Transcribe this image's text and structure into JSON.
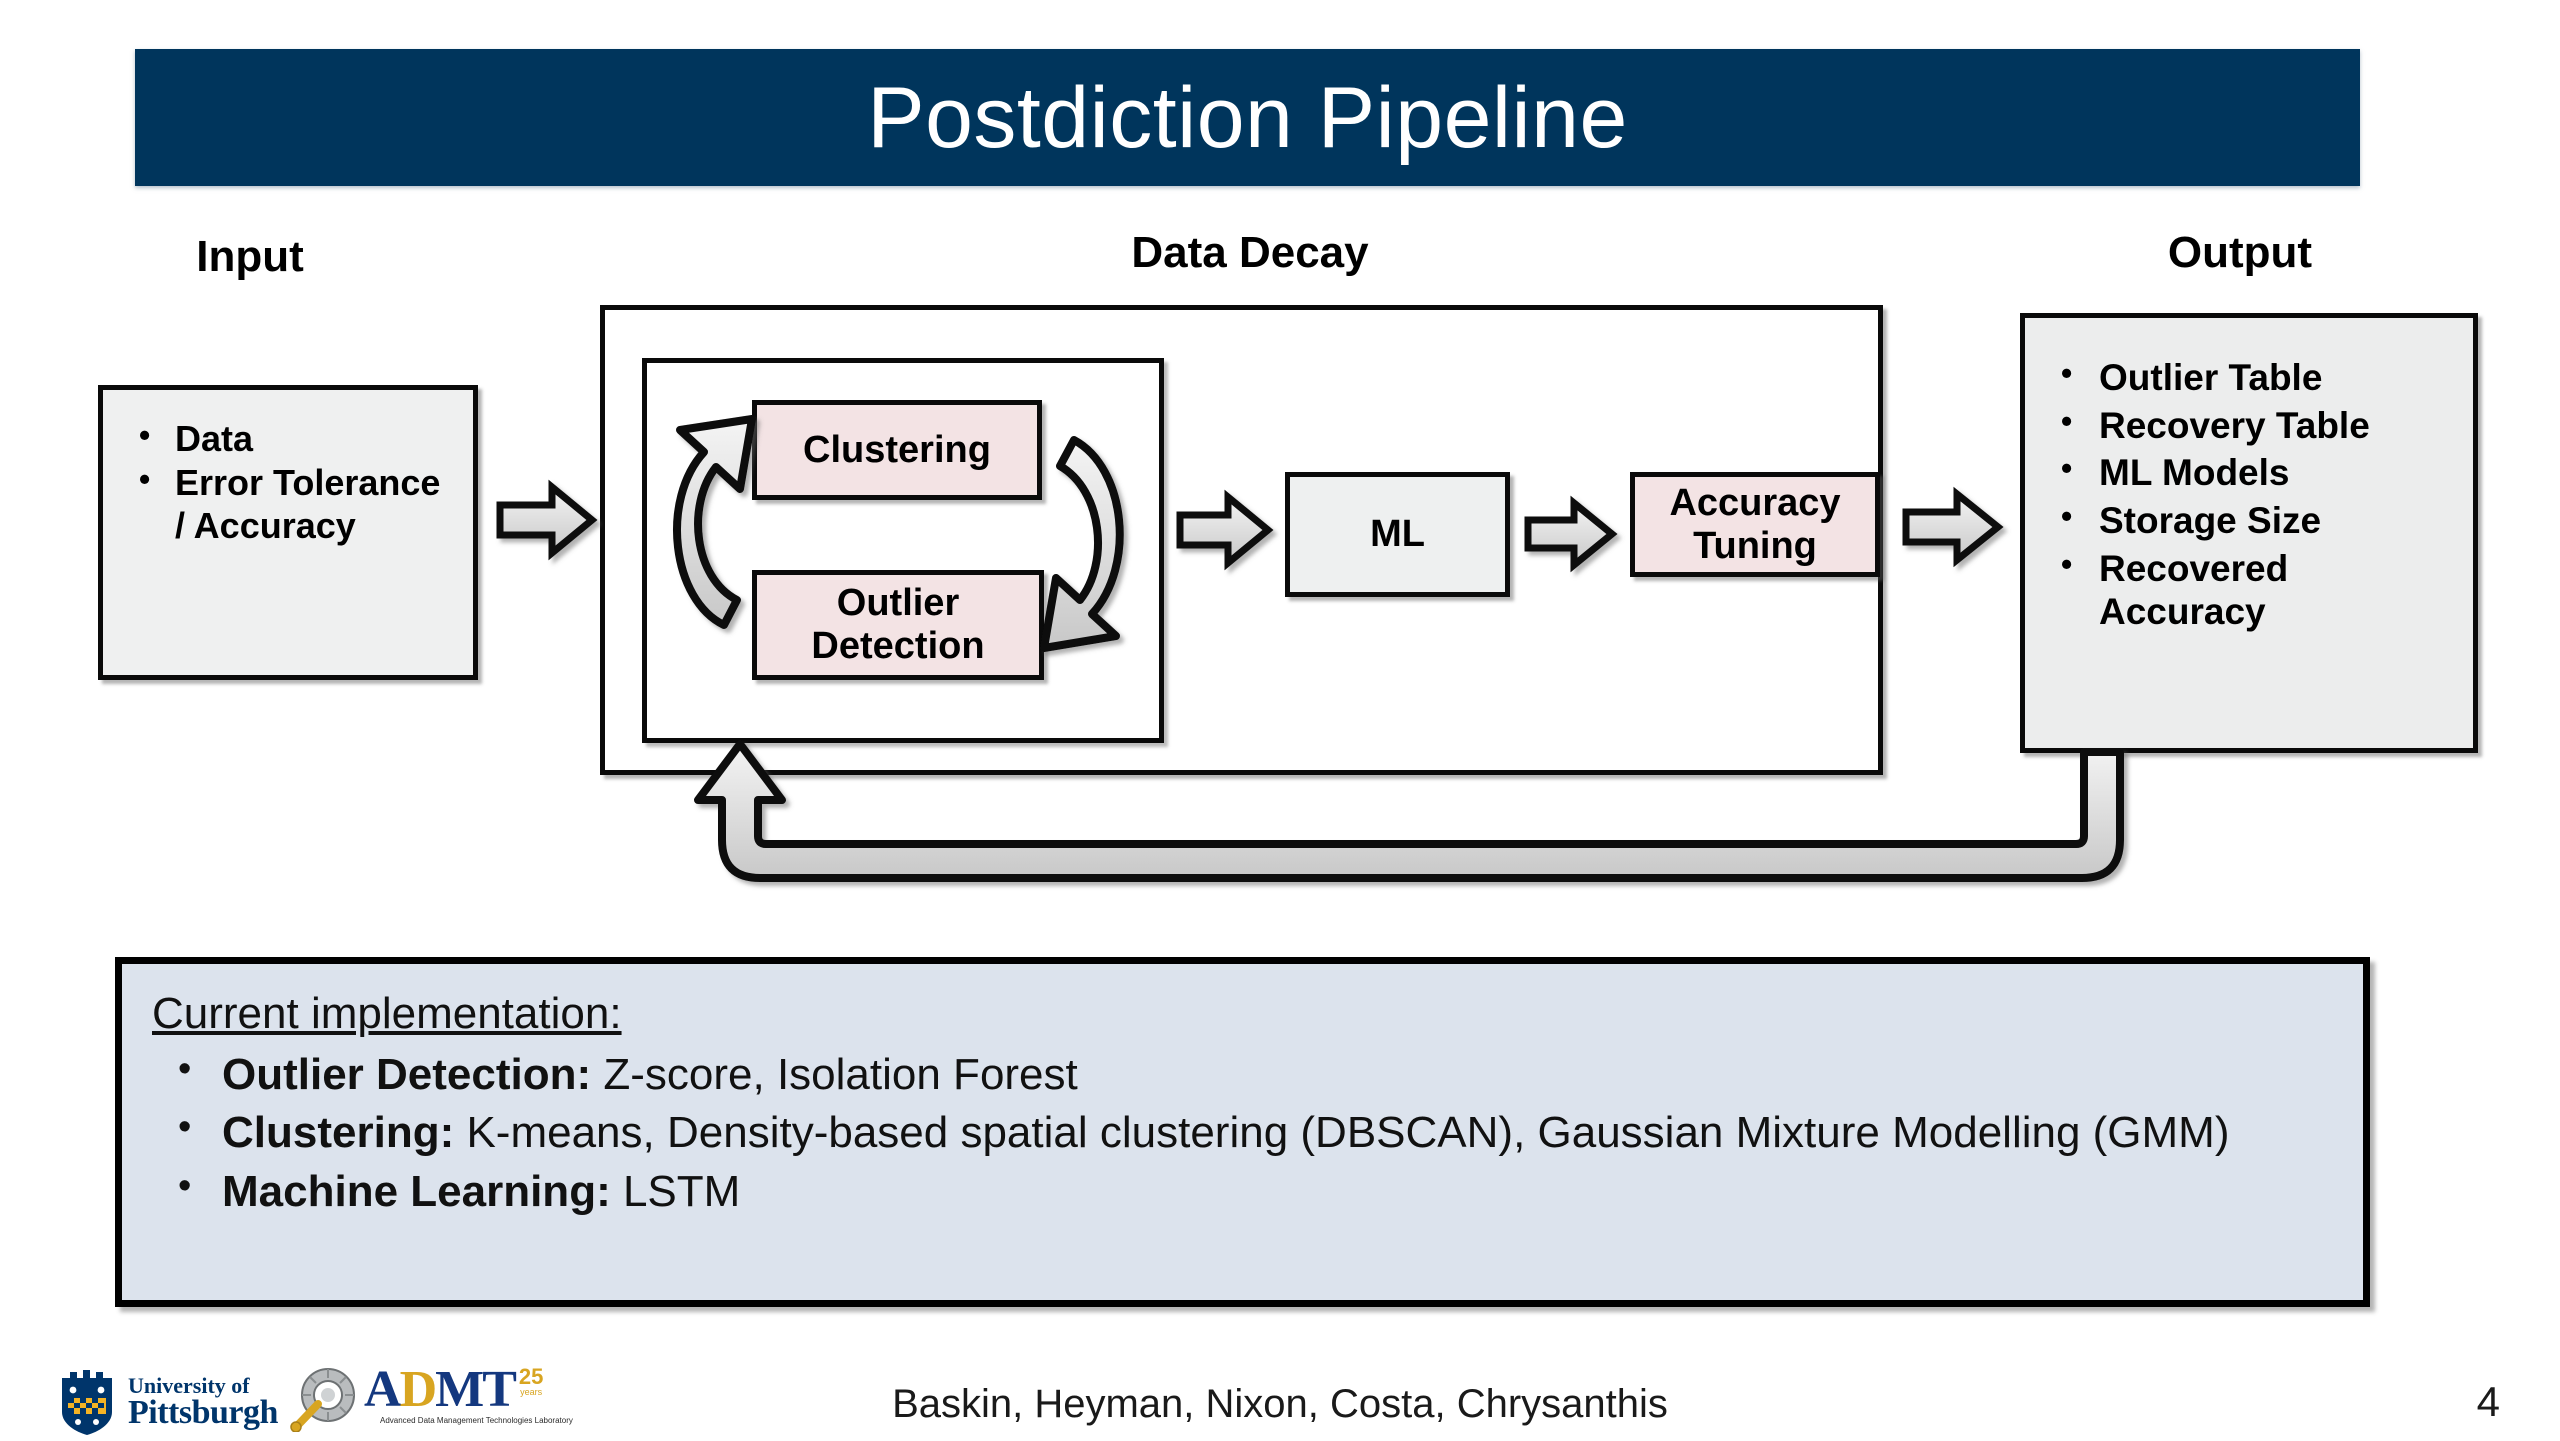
{
  "slide": {
    "title": "Postdiction Pipeline",
    "page_number": "4",
    "authors": "Baskin, Heyman, Nixon, Costa, Chrysanthis",
    "title_bar_color": "#00355c"
  },
  "headings": {
    "input": "Input",
    "data_decay": "Data Decay",
    "output": "Output"
  },
  "input_box": {
    "bullets": [
      "Data",
      "Error Tolerance / Accuracy"
    ],
    "fill_color": "#eff0f0"
  },
  "output_box": {
    "bullets": [
      "Outlier Table",
      "Recovery Table",
      "ML Models",
      "Storage Size",
      "Recovered Accuracy"
    ],
    "fill_color": "#eceded"
  },
  "process_boxes": {
    "clustering": {
      "label": "Clustering",
      "fill_color": "#f3e3e4"
    },
    "outlier_detection": {
      "label": "Outlier Detection",
      "fill_color": "#f3e3e4"
    },
    "ml": {
      "label": "ML",
      "fill_color": "#eef0f0"
    },
    "accuracy_tuning": {
      "label": "Accuracy Tuning",
      "fill_color": "#f3e3e4"
    }
  },
  "arrows": {
    "input_to_decay": "right-block-arrow",
    "inner_to_ml": "right-block-arrow",
    "ml_to_accuracy": "right-block-arrow",
    "decay_to_output": "right-block-arrow",
    "cycle_left": "curved-arrow-up",
    "cycle_right": "curved-arrow-down",
    "feedback_loop": "u-turn-arrow-output-to-decay",
    "fill_color": "#d9d9d9"
  },
  "callout": {
    "title": "Current implementation:",
    "items": [
      {
        "label": "Outlier Detection:",
        "value": " Z-score, Isolation Forest"
      },
      {
        "label": "Clustering:",
        "value": " K-means, Density-based spatial clustering (DBSCAN), Gaussian Mixture Modelling (GMM)"
      },
      {
        "label": "Machine Learning:",
        "value": " LSTM"
      }
    ],
    "fill_color": "#dce3ed"
  },
  "logos": {
    "pitt": {
      "line1": "University of",
      "line2": "Pittsburgh"
    },
    "admt": {
      "a": "A",
      "d": "D",
      "m": "M",
      "t": "T",
      "anniversary": "25",
      "years": "years",
      "tagline": "Advanced Data Management Technologies Laboratory"
    }
  }
}
